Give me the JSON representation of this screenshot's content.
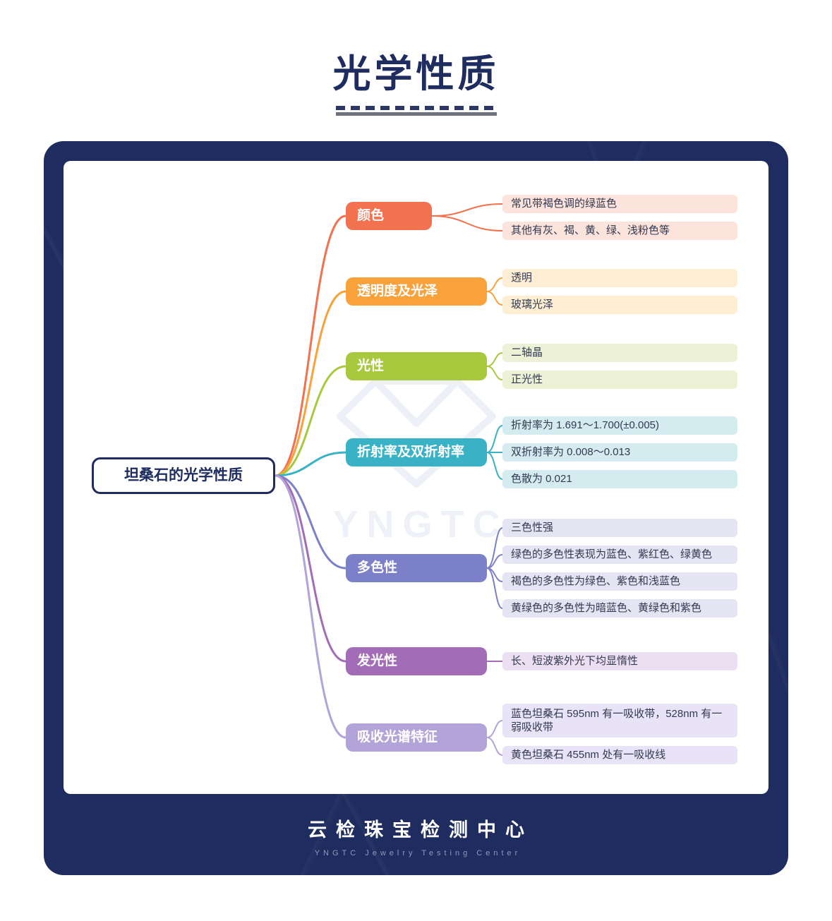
{
  "page": {
    "title": "光学性质",
    "watermark": "YNGTC",
    "footer": {
      "name": "云检珠宝检测中心",
      "subtitle": "YNGTC Jewelry Testing Center"
    }
  },
  "colors": {
    "navy": "#1e2c5f"
  },
  "mindmap": {
    "root": "坦桑石的光学性质",
    "branches": [
      {
        "label": "颜色",
        "color": "#f2714e",
        "light": "#fce3db",
        "children": [
          "常见带褐色调的绿蓝色",
          "其他有灰、褐、黄、绿、浅粉色等"
        ]
      },
      {
        "label": "透明度及光泽",
        "color": "#f9a13b",
        "light": "#fdeed4",
        "children": [
          "透明",
          "玻璃光泽"
        ]
      },
      {
        "label": "光性",
        "color": "#a8c83d",
        "light": "#edf2d7",
        "children": [
          "二轴晶",
          "正光性"
        ]
      },
      {
        "label": "折射率及双折射率",
        "color": "#38b2c4",
        "light": "#d4ecf0",
        "children": [
          "折射率为 1.691～1.700(±0.005)",
          "双折射率为 0.008～0.013",
          "色散为 0.021"
        ]
      },
      {
        "label": "多色性",
        "color": "#7c80c8",
        "light": "#e5e4f3",
        "children": [
          "三色性强",
          "绿色的多色性表现为蓝色、紫红色、绿黄色",
          "褐色的多色性为绿色、紫色和浅蓝色",
          "黄绿色的多色性为暗蓝色、黄绿色和紫色"
        ]
      },
      {
        "label": "发光性",
        "color": "#a26cb6",
        "light": "#ecdff2",
        "children": [
          "长、短波紫外光下均显惰性"
        ]
      },
      {
        "label": "吸收光谱特征",
        "color": "#b2a3d8",
        "light": "#e8e3f6",
        "children": [
          "蓝色坦桑石 595nm 有一吸收带，528nm 有一弱吸收带",
          "黄色坦桑石 455nm 处有一吸收线"
        ]
      }
    ]
  }
}
